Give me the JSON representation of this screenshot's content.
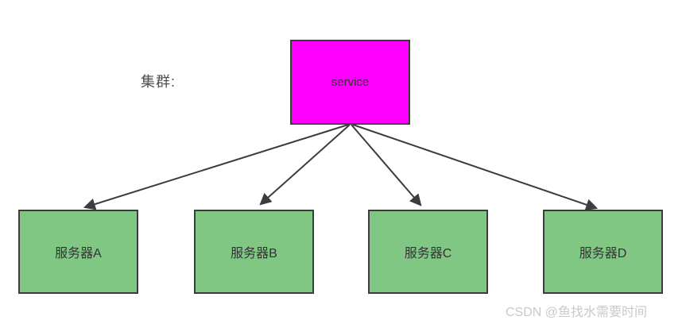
{
  "diagram": {
    "cluster_label": "集群:",
    "service_node": {
      "label": "service",
      "fill": "#ff00ff"
    },
    "servers": [
      {
        "label": "服务器A"
      },
      {
        "label": "服务器B"
      },
      {
        "label": "服务器C"
      },
      {
        "label": "服务器D"
      }
    ],
    "colors": {
      "server_fill": "#81c784",
      "node_border": "#3c3c3c",
      "arrow": "#3c3c3c",
      "service_fill": "#ff00ff",
      "label_text": "#4d4d4d",
      "node_text": "#333333",
      "watermark_text": "#c9c9c9"
    }
  },
  "watermark": "CSDN @鱼找水需要时间"
}
